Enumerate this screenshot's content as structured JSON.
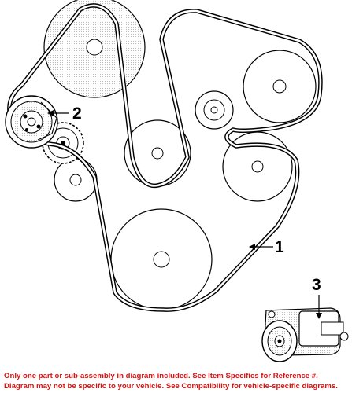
{
  "callouts": {
    "belt": "1",
    "tensioner": "2",
    "tensioner_assembly": "3"
  },
  "footer": {
    "line1": "Only one part or sub-assembly in diagram included. See Item Specifics for Reference #.",
    "line2": "Diagram may not be specific to your vehicle. See Compatibility for vehicle-specific diagrams."
  },
  "colors": {
    "line": "#000000",
    "pulley_fill": "#ffffff",
    "shade": "#e6e6e6",
    "footer_text": "#e01010"
  }
}
